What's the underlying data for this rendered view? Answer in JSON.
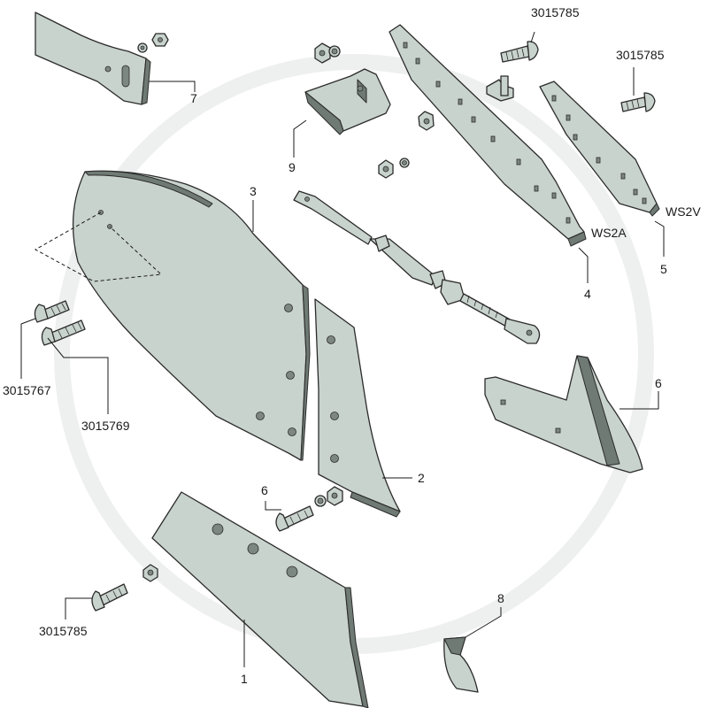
{
  "labels": {
    "part_1": "1",
    "part_2": "2",
    "part_3": "3",
    "part_4": "4",
    "part_5": "5",
    "part_6_tine": "6",
    "part_6_bolt": "6",
    "part_7": "7",
    "part_8": "8",
    "part_9": "9",
    "code_ws2a": "WS2A",
    "code_ws2v": "WS2V",
    "bolt_top_a": "3015785",
    "bolt_top_b": "3015785",
    "bolt_bottom": "3015785",
    "bolt_left_a": "3015767",
    "bolt_left_b": "3015769"
  },
  "colors": {
    "part_fill": "#c9d3cd",
    "part_edge": "#6f7a74",
    "outline": "#2b2b2b"
  }
}
